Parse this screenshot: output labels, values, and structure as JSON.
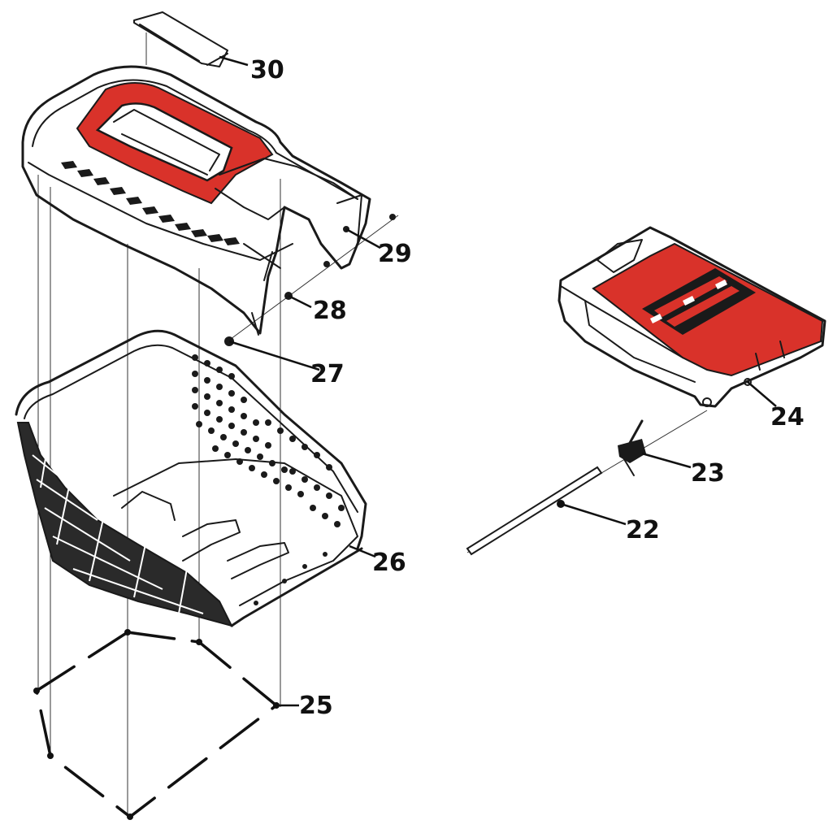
{
  "diagram": {
    "colors": {
      "accent": "#d9322a",
      "line": "#1a1a1a",
      "background": "#ffffff"
    },
    "callouts": [
      {
        "id": "c22",
        "label": "22"
      },
      {
        "id": "c23",
        "label": "23"
      },
      {
        "id": "c24",
        "label": "24"
      },
      {
        "id": "c25",
        "label": "25"
      },
      {
        "id": "c26",
        "label": "26"
      },
      {
        "id": "c27",
        "label": "27"
      },
      {
        "id": "c28",
        "label": "28"
      },
      {
        "id": "c29",
        "label": "29"
      },
      {
        "id": "c30",
        "label": "30"
      }
    ]
  }
}
